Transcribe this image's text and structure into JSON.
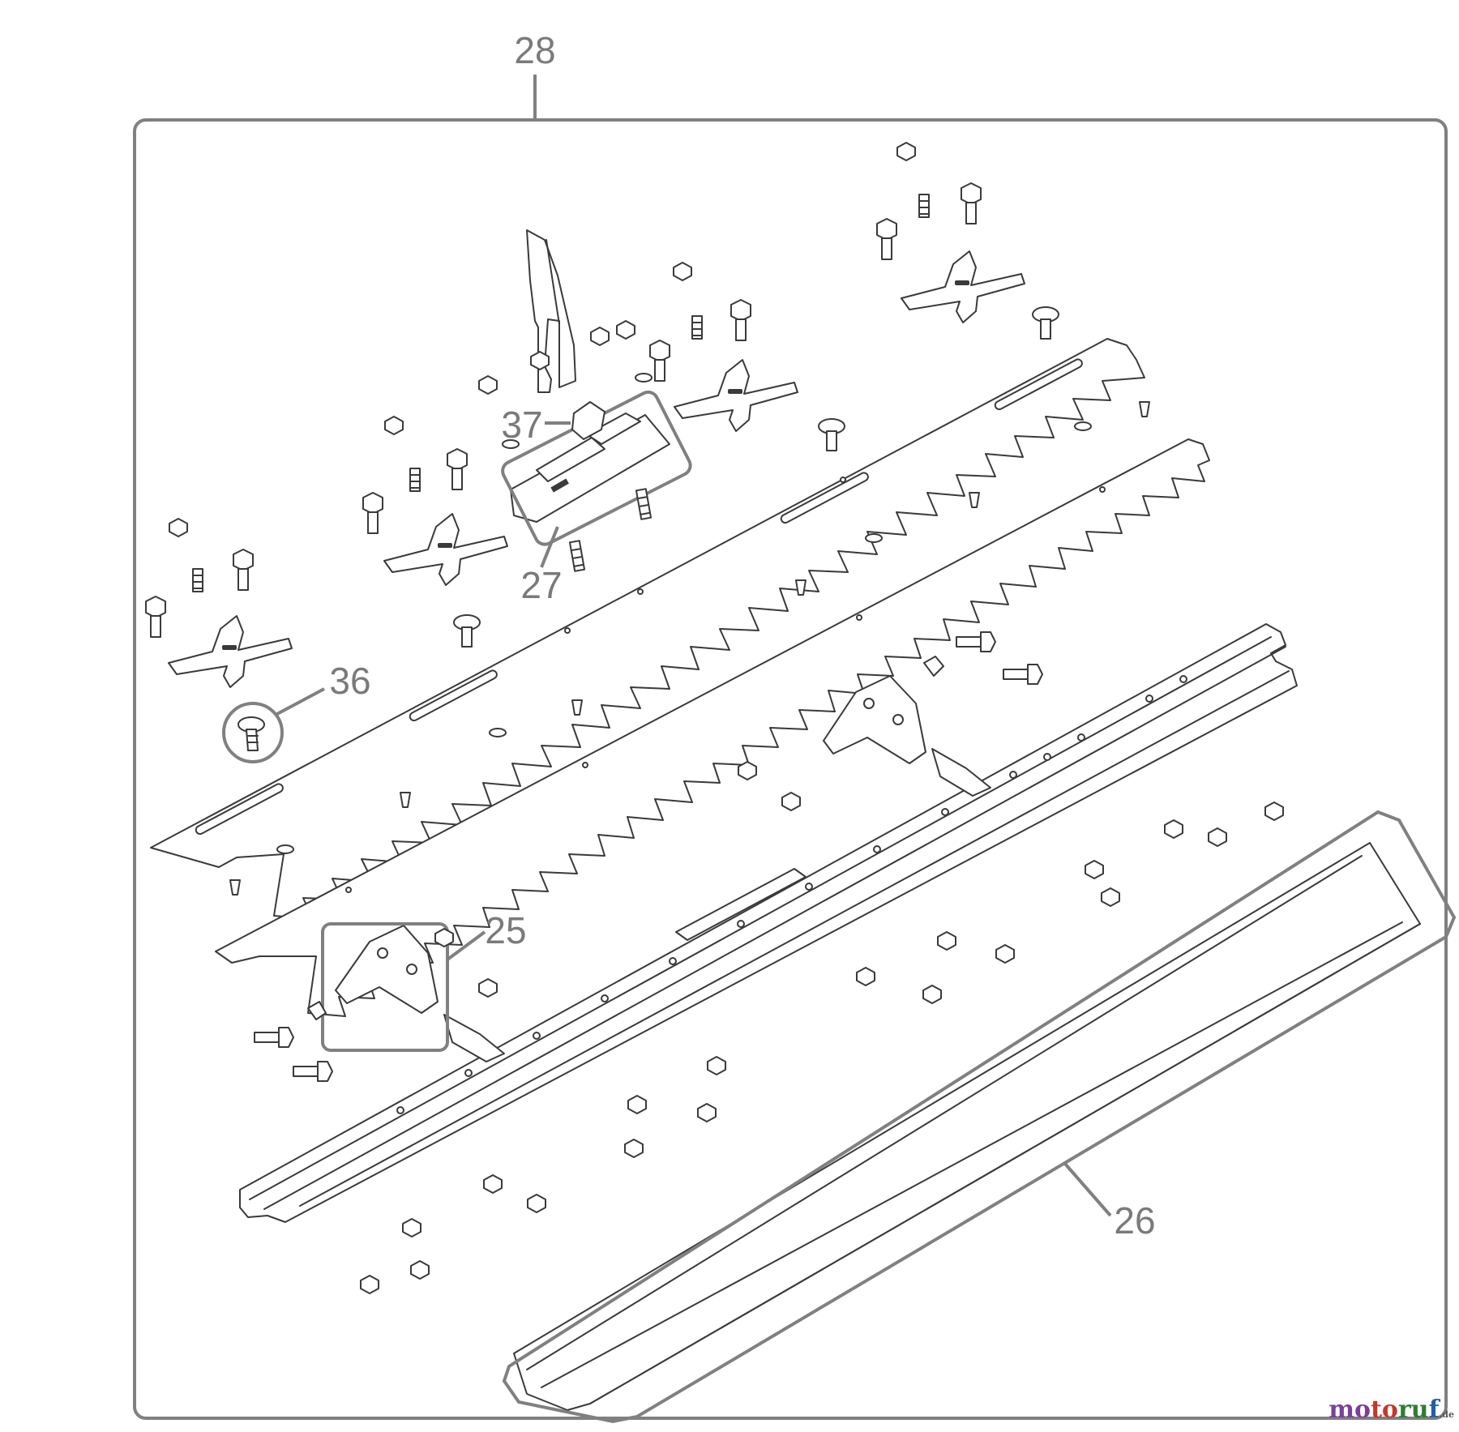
{
  "callouts": {
    "assembly": "28",
    "blade_guide": "27",
    "square_nut": "37",
    "carriage_bolt": "36",
    "bracket": "25",
    "blade_cover": "26"
  },
  "watermark": {
    "part1": "mo",
    "part2": "to",
    "part3": "ru",
    "part4": "f",
    "tld": ".de"
  },
  "colors": {
    "line": "#3a3a3a",
    "callout": "#7a7a7a",
    "frame": "#808080"
  }
}
